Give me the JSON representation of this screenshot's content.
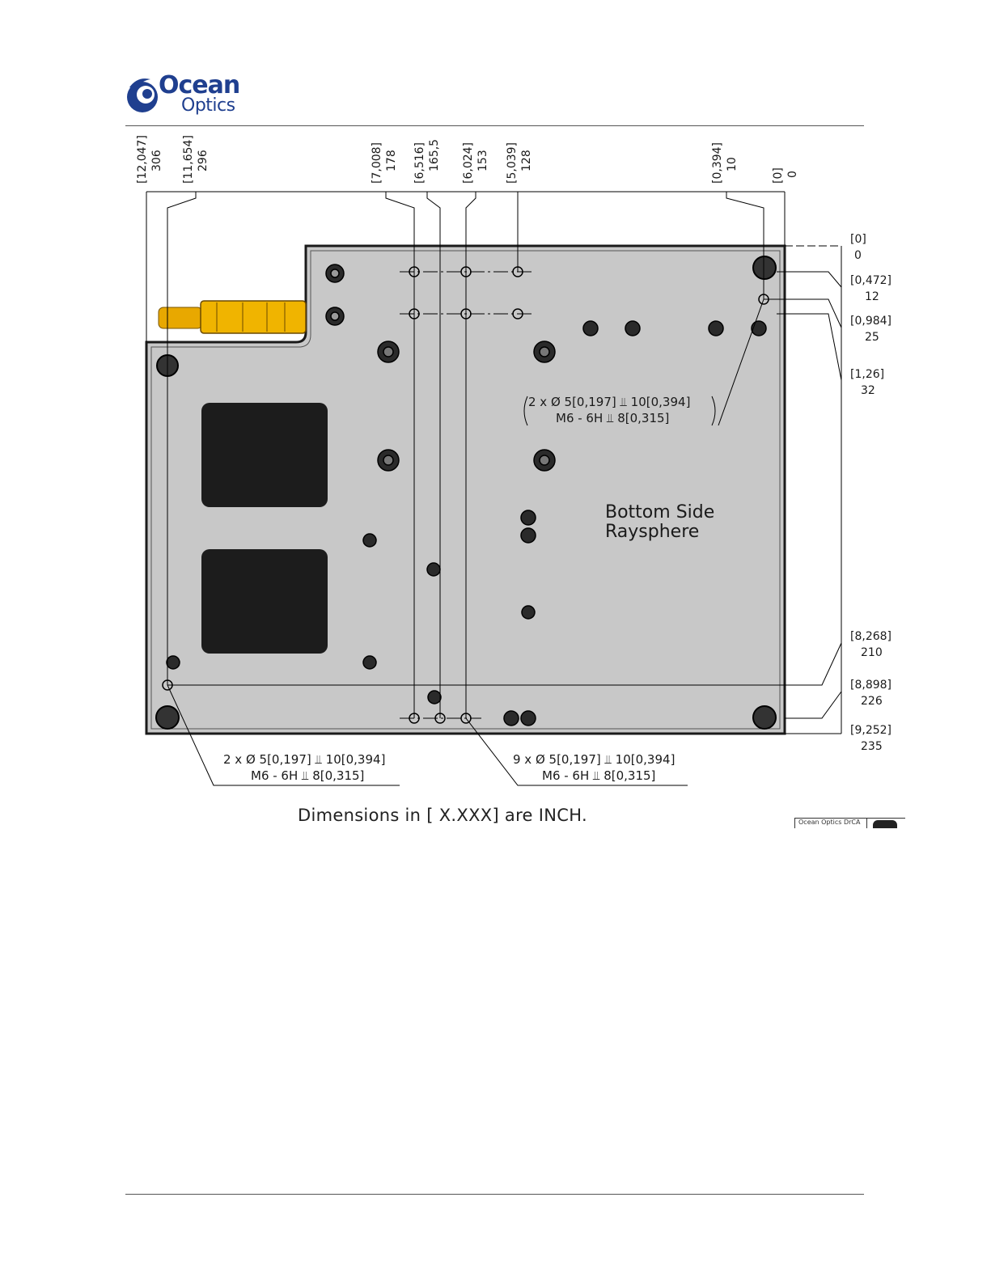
{
  "header": {
    "logo_line1": "Ocean",
    "logo_line2": "Optics"
  },
  "drawing": {
    "view_label_line1": "Bottom Side",
    "view_label_line2": "Raysphere",
    "top_dimensions": [
      {
        "inch": "[12,047]",
        "mm": "306"
      },
      {
        "inch": "[11,654]",
        "mm": "296"
      },
      {
        "inch": "[7,008]",
        "mm": "178"
      },
      {
        "inch": "[6,516]",
        "mm": "165,5"
      },
      {
        "inch": "[6,024]",
        "mm": "153"
      },
      {
        "inch": "[5,039]",
        "mm": "128"
      },
      {
        "inch": "[0,394]",
        "mm": "10"
      },
      {
        "inch": "[0]",
        "mm": "0"
      }
    ],
    "right_dimensions": [
      {
        "inch": "[0]",
        "mm": "0"
      },
      {
        "inch": "[0,472]",
        "mm": "12"
      },
      {
        "inch": "[0,984]",
        "mm": "25"
      },
      {
        "inch": "[1,26]",
        "mm": "32"
      },
      {
        "inch": "[8,268]",
        "mm": "210"
      },
      {
        "inch": "[8,898]",
        "mm": "226"
      },
      {
        "inch": "[9,252]",
        "mm": "235"
      }
    ],
    "callouts": [
      {
        "line1": "2 x  Ø 5[0,197]   ⫫ 10[0,394]",
        "line2": "M6 - 6H ⫫ 8[0,315]"
      },
      {
        "line1": "2 x  Ø 5[0,197]   ⫫ 10[0,394]",
        "line2": "M6 - 6H ⫫ 8[0,315]"
      },
      {
        "line1": "9 x  Ø 5[0,197]   ⫫ 10[0,394]",
        "line2": "M6 - 6H ⫫ 8[0,315]"
      }
    ]
  },
  "footer": {
    "caption": "Dimensions in [ X.XXX] are INCH.",
    "titleblock_text": "Ocean Optics DrCA"
  }
}
